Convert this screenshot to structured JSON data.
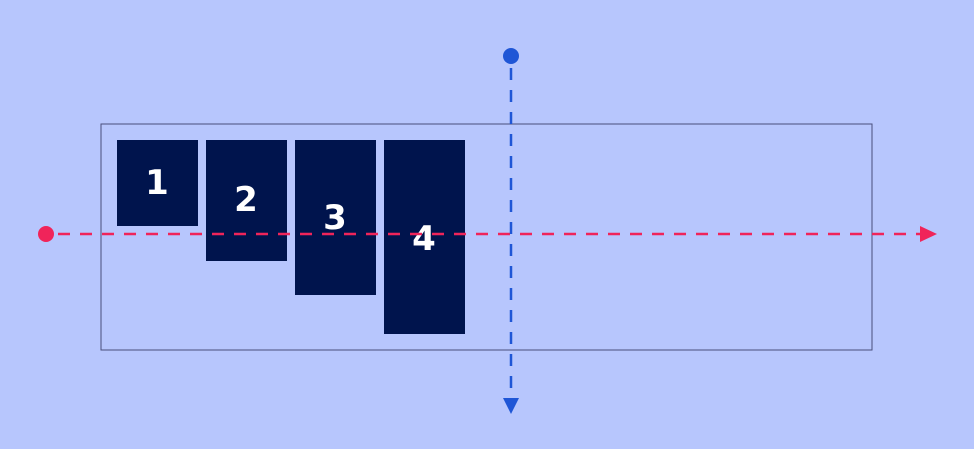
{
  "colors": {
    "background": "#B7C6FD",
    "container_border": "#4A4F7A",
    "item_fill": "#00144D",
    "item_text": "#FFFFFF",
    "main_axis": "#F0245A",
    "cross_axis": "#1F56D6"
  },
  "items": [
    {
      "label": "1"
    },
    {
      "label": "2"
    },
    {
      "label": "3"
    },
    {
      "label": "4"
    }
  ],
  "axes": {
    "main": {
      "direction": "left-to-right",
      "style": "dashed"
    },
    "cross": {
      "direction": "top-to-bottom",
      "style": "dashed"
    }
  }
}
